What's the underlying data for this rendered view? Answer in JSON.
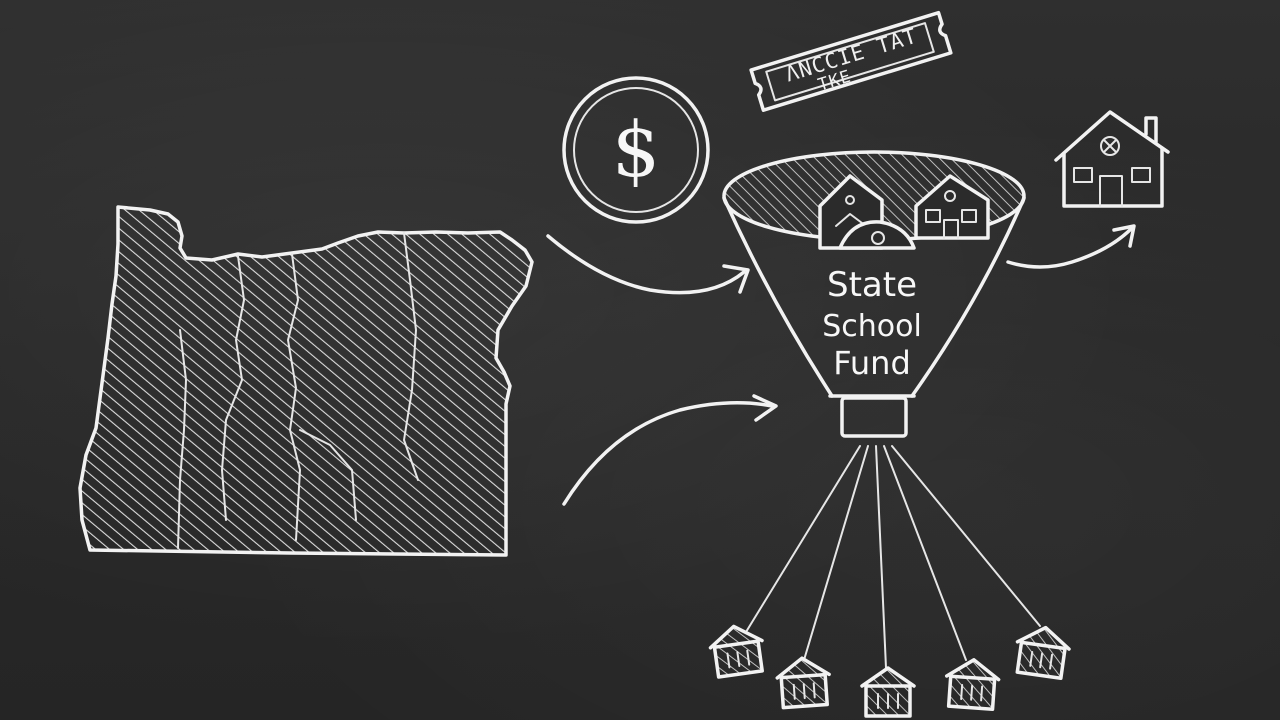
{
  "funnel": {
    "line1": "State",
    "line2": "School",
    "line3": "Fund"
  },
  "ticket": {
    "line1": "ΛNCCIE TAT",
    "line2": "ΤΚΕ"
  },
  "coin": {
    "symbol": "$"
  },
  "school_count": 5
}
